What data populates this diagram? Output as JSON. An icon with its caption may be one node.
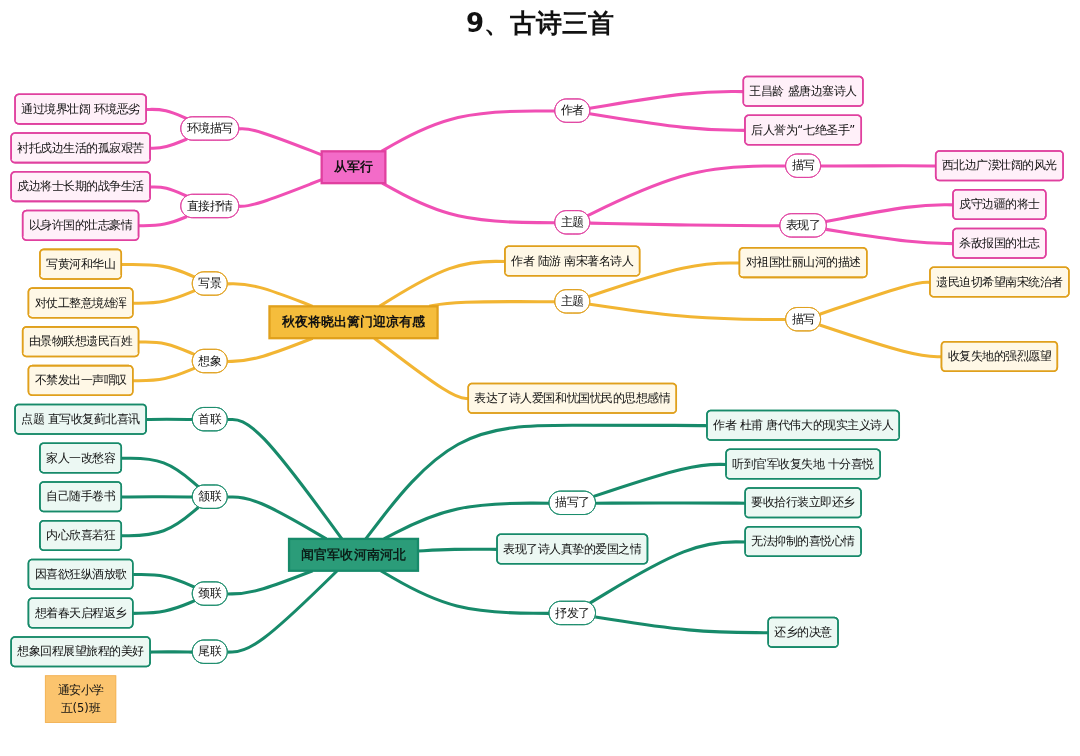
{
  "diagram": {
    "title": "9、古诗三首",
    "nodes": [
      {
        "text": [
          "从军行"
        ]
      },
      {
        "text": [
          "环境描写"
        ]
      },
      {
        "text": [
          "通过境界壮阔 环境恶劣"
        ]
      },
      {
        "text": [
          "衬托戍边生活的孤寂艰苦"
        ]
      },
      {
        "text": [
          "直接抒情"
        ]
      },
      {
        "text": [
          "戍边将士长期的战争生活"
        ]
      },
      {
        "text": [
          "以身许国的壮志豪情"
        ]
      },
      {
        "text": [
          "作者"
        ]
      },
      {
        "text": [
          "王昌龄 盛唐边塞诗人"
        ]
      },
      {
        "text": [
          "后人誉为“七绝圣手”"
        ]
      },
      {
        "text": [
          "主题"
        ]
      },
      {
        "text": [
          "描写"
        ]
      },
      {
        "text": [
          "西北边广漠壮阔的风光"
        ]
      },
      {
        "text": [
          "表现了"
        ]
      },
      {
        "text": [
          "戍守边疆的将士"
        ]
      },
      {
        "text": [
          "杀敌报国的壮志"
        ]
      },
      {
        "text": [
          "秋夜将晓出篱门迎凉有感"
        ]
      },
      {
        "text": [
          "写景"
        ]
      },
      {
        "text": [
          "写黄河和华山"
        ]
      },
      {
        "text": [
          "对仗工整意境雄浑"
        ]
      },
      {
        "text": [
          "想象"
        ]
      },
      {
        "text": [
          "由景物联想遗民百姓"
        ]
      },
      {
        "text": [
          "不禁发出一声喟叹"
        ]
      },
      {
        "text": [
          "作者 陆游 南宋著名诗人"
        ]
      },
      {
        "text": [
          "主题"
        ]
      },
      {
        "text": [
          "对祖国壮丽山河的描述"
        ]
      },
      {
        "text": [
          "描写"
        ]
      },
      {
        "text": [
          "遗民迫切希望南宋统治者"
        ]
      },
      {
        "text": [
          "收复失地的强烈愿望"
        ]
      },
      {
        "text": [
          "表达了诗人爱国和忧国忧民的思想感情"
        ]
      },
      {
        "text": [
          "闻官军收河南河北"
        ]
      },
      {
        "text": [
          "首联"
        ]
      },
      {
        "text": [
          "点题 直写收复蓟北喜讯"
        ]
      },
      {
        "text": [
          "颔联"
        ]
      },
      {
        "text": [
          "家人一改愁容"
        ]
      },
      {
        "text": [
          "自己随手卷书"
        ]
      },
      {
        "text": [
          "内心欣喜若狂"
        ]
      },
      {
        "text": [
          "颈联"
        ]
      },
      {
        "text": [
          "因喜欲狂纵酒放歌"
        ]
      },
      {
        "text": [
          "想着春天启程返乡"
        ]
      },
      {
        "text": [
          "尾联"
        ]
      },
      {
        "text": [
          "想象回程展望旅程的美好"
        ]
      },
      {
        "text": [
          "作者 杜甫 唐代伟大的现实主义诗人"
        ]
      },
      {
        "text": [
          "描写了"
        ]
      },
      {
        "text": [
          "听到官军收复失地 十分喜悦"
        ]
      },
      {
        "text": [
          "要收拾行装立即还乡"
        ]
      },
      {
        "text": [
          "抒发了"
        ]
      },
      {
        "text": [
          "无法抑制的喜悦心情"
        ]
      },
      {
        "text": [
          "还乡的决意"
        ]
      },
      {
        "text": [
          "表现了诗人真挚的爱国之情"
        ]
      },
      {
        "text": [
          "通安小学",
          "五(5)班"
        ]
      }
    ],
    "edges": [
      {
        "from": 2,
        "to": 1,
        "arrow": "none",
        "color": "#f04fb4"
      },
      {
        "from": 3,
        "to": 1,
        "arrow": "none",
        "color": "#f04fb4"
      },
      {
        "from": 1,
        "to": 0,
        "arrow": "none",
        "color": "#f04fb4"
      },
      {
        "from": 5,
        "to": 4,
        "arrow": "none",
        "color": "#f04fb4"
      },
      {
        "from": 6,
        "to": 4,
        "arrow": "none",
        "color": "#f04fb4"
      },
      {
        "from": 4,
        "to": 0,
        "arrow": "none",
        "color": "#f04fb4"
      },
      {
        "from": 0,
        "to": 7,
        "arrow": "none",
        "color": "#f04fb4"
      },
      {
        "from": 7,
        "to": 8,
        "arrow": "none",
        "color": "#f04fb4"
      },
      {
        "from": 7,
        "to": 9,
        "arrow": "none",
        "color": "#f04fb4"
      },
      {
        "from": 0,
        "to": 10,
        "arrow": "none",
        "color": "#f04fb4"
      },
      {
        "from": 10,
        "to": 11,
        "arrow": "none",
        "color": "#f04fb4"
      },
      {
        "from": 11,
        "to": 12,
        "arrow": "none",
        "color": "#f04fb4"
      },
      {
        "from": 10,
        "to": 13,
        "arrow": "none",
        "color": "#f04fb4"
      },
      {
        "from": 13,
        "to": 14,
        "arrow": "none",
        "color": "#f04fb4"
      },
      {
        "from": 13,
        "to": 15,
        "arrow": "none",
        "color": "#f04fb4"
      },
      {
        "from": 18,
        "to": 17,
        "arrow": "none",
        "color": "#f2b533"
      },
      {
        "from": 19,
        "to": 17,
        "arrow": "none",
        "color": "#f2b533"
      },
      {
        "from": 17,
        "to": 16,
        "arrow": "none",
        "color": "#f2b533"
      },
      {
        "from": 21,
        "to": 20,
        "arrow": "none",
        "color": "#f2b533"
      },
      {
        "from": 22,
        "to": 20,
        "arrow": "none",
        "color": "#f2b533"
      },
      {
        "from": 20,
        "to": 16,
        "arrow": "none",
        "color": "#f2b533"
      },
      {
        "from": 16,
        "to": 23,
        "arrow": "none",
        "color": "#f2b533"
      },
      {
        "from": 16,
        "to": 24,
        "arrow": "none",
        "color": "#f2b533"
      },
      {
        "from": 24,
        "to": 25,
        "arrow": "none",
        "color": "#f2b533"
      },
      {
        "from": 24,
        "to": 26,
        "arrow": "none",
        "color": "#f2b533"
      },
      {
        "from": 26,
        "to": 27,
        "arrow": "none",
        "color": "#f2b533"
      },
      {
        "from": 26,
        "to": 28,
        "arrow": "none",
        "color": "#f2b533"
      },
      {
        "from": 16,
        "to": 29,
        "arrow": "none",
        "color": "#f2b533"
      },
      {
        "from": 32,
        "to": 31,
        "arrow": "none",
        "color": "#178a6a"
      },
      {
        "from": 31,
        "to": 30,
        "arrow": "none",
        "color": "#178a6a"
      },
      {
        "from": 34,
        "to": 33,
        "arrow": "none",
        "color": "#178a6a"
      },
      {
        "from": 35,
        "to": 33,
        "arrow": "none",
        "color": "#178a6a"
      },
      {
        "from": 36,
        "to": 33,
        "arrow": "none",
        "color": "#178a6a"
      },
      {
        "from": 33,
        "to": 30,
        "arrow": "none",
        "color": "#178a6a"
      },
      {
        "from": 38,
        "to": 37,
        "arrow": "none",
        "color": "#178a6a"
      },
      {
        "from": 39,
        "to": 37,
        "arrow": "none",
        "color": "#178a6a"
      },
      {
        "from": 37,
        "to": 30,
        "arrow": "none",
        "color": "#178a6a"
      },
      {
        "from": 41,
        "to": 40,
        "arrow": "none",
        "color": "#178a6a"
      },
      {
        "from": 40,
        "to": 30,
        "arrow": "none",
        "color": "#178a6a"
      },
      {
        "from": 30,
        "to": 42,
        "arrow": "none",
        "color": "#178a6a"
      },
      {
        "from": 30,
        "to": 43,
        "arrow": "none",
        "color": "#178a6a"
      },
      {
        "from": 43,
        "to": 44,
        "arrow": "none",
        "color": "#178a6a"
      },
      {
        "from": 43,
        "to": 45,
        "arrow": "none",
        "color": "#178a6a"
      },
      {
        "from": 30,
        "to": 46,
        "arrow": "none",
        "color": "#178a6a"
      },
      {
        "from": 46,
        "to": 47,
        "arrow": "none",
        "color": "#178a6a"
      },
      {
        "from": 46,
        "to": 48,
        "arrow": "none",
        "color": "#178a6a"
      },
      {
        "from": 30,
        "to": 49,
        "arrow": "none",
        "color": "#178a6a"
      }
    ]
  }
}
